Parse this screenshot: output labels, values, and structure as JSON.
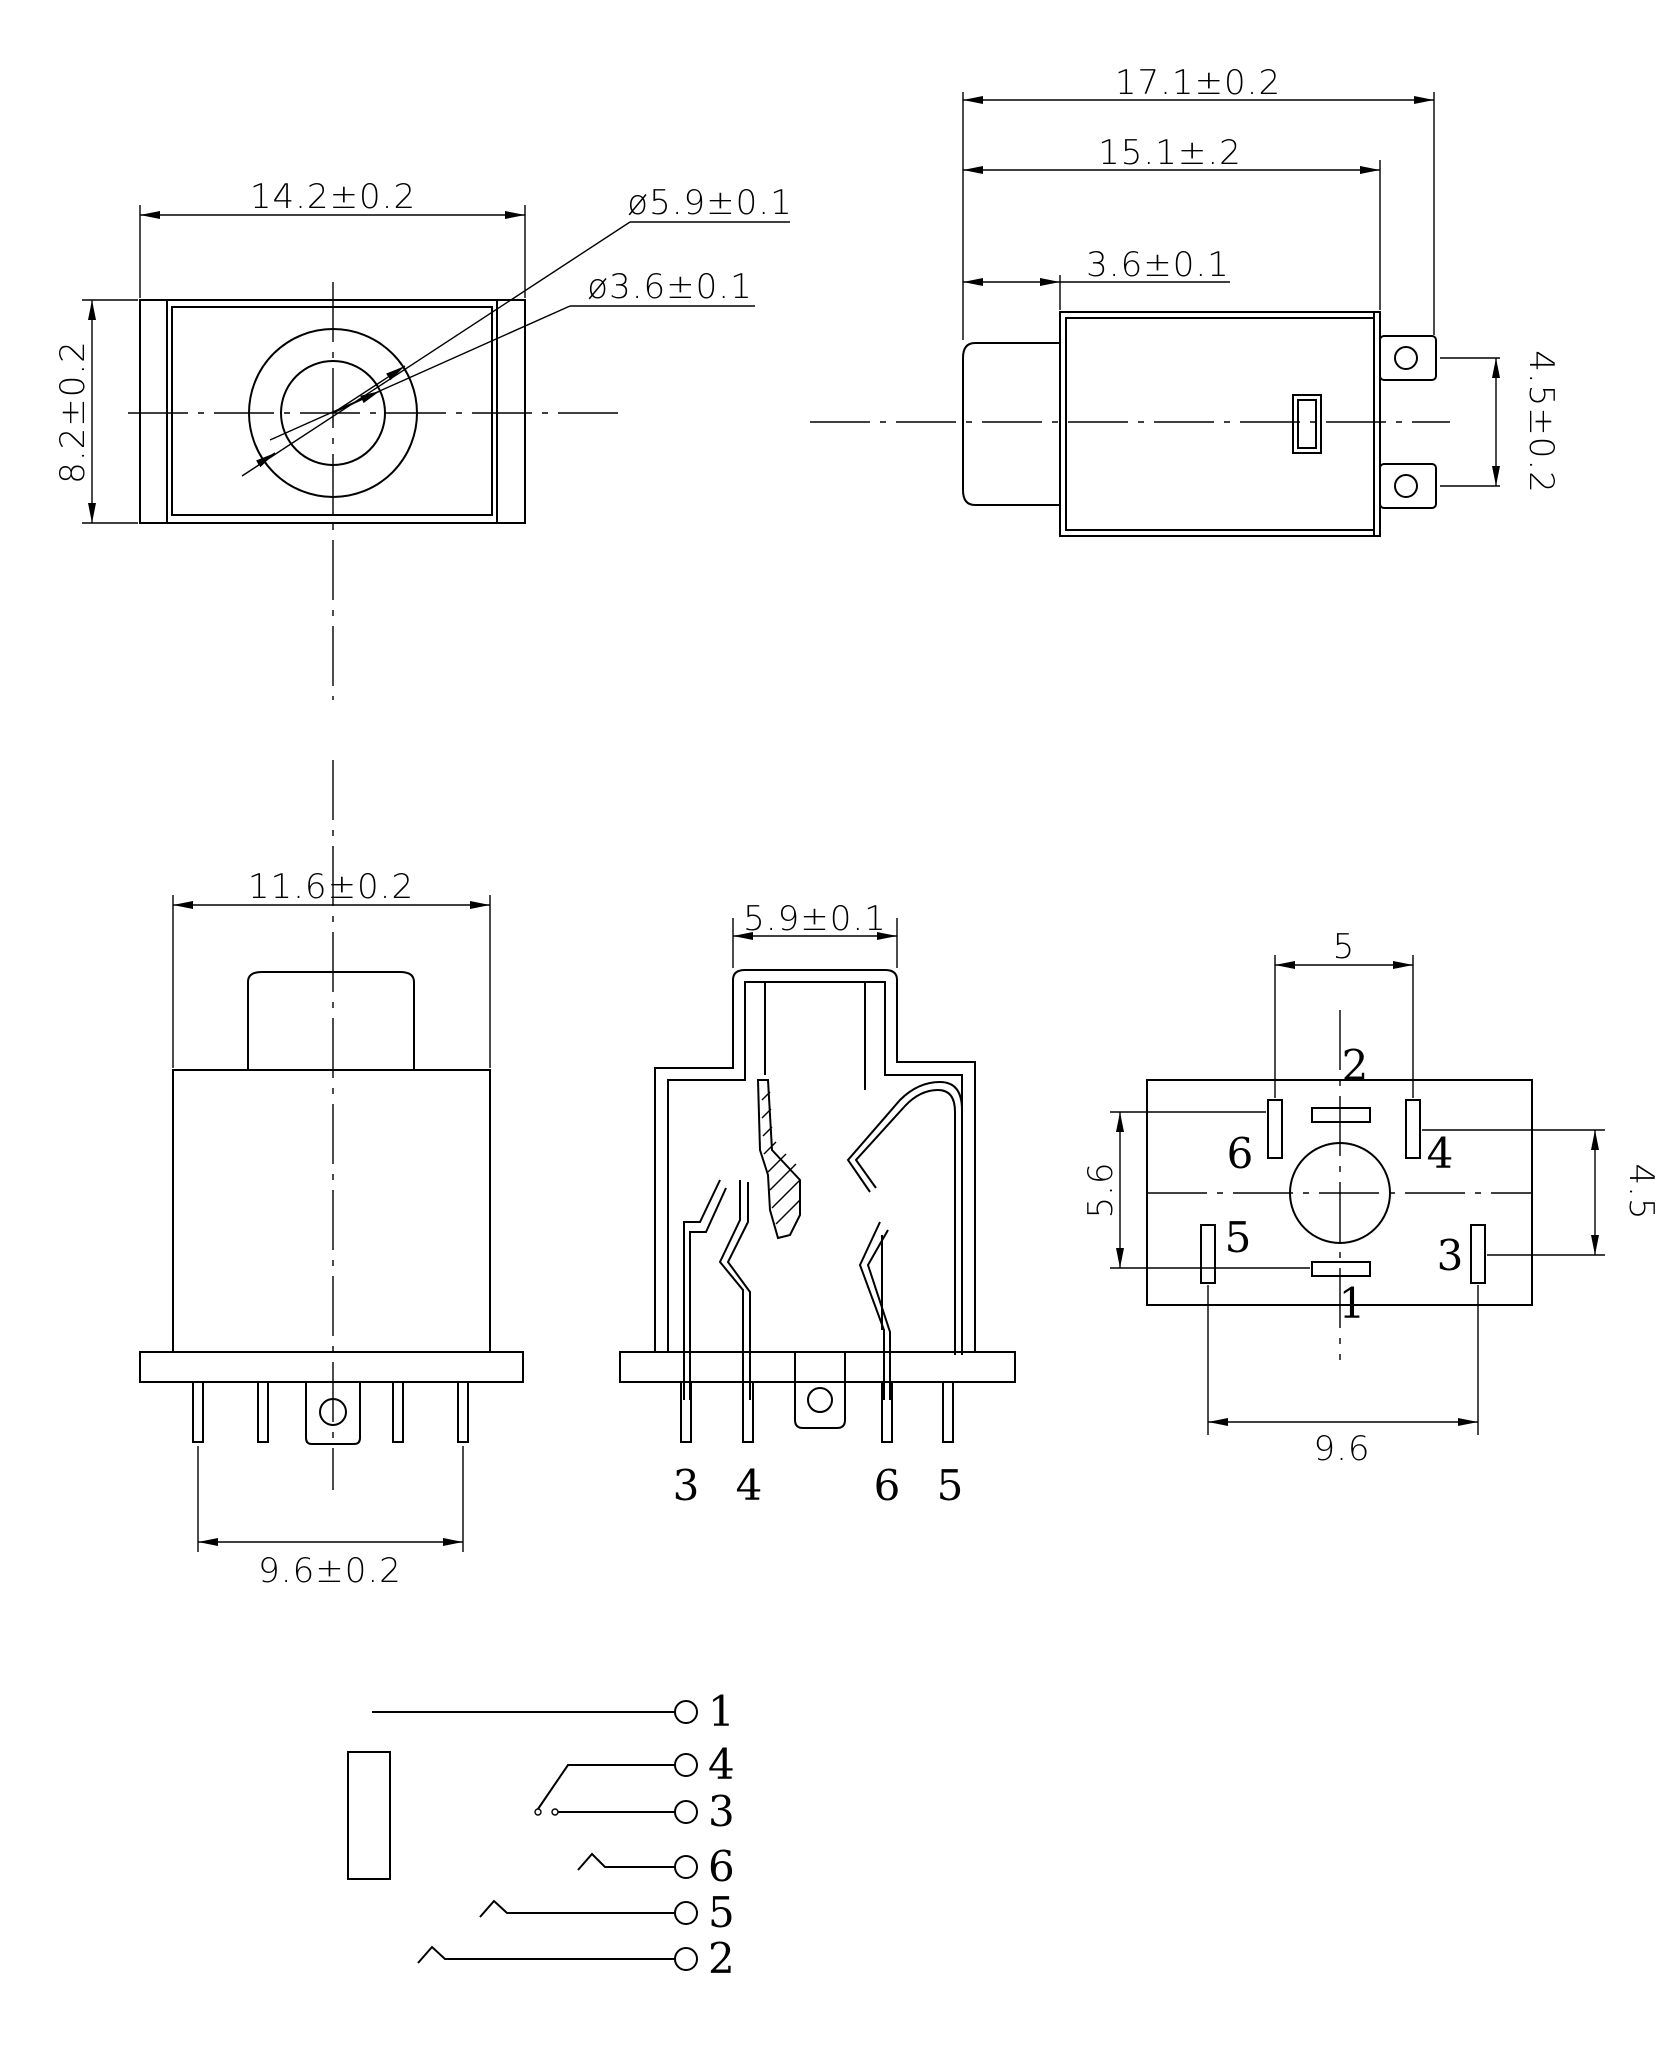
{
  "dimensions": {
    "front_width": "14.2±0.2",
    "front_height": "8.2±0.2",
    "outer_diameter": "ø5.9±0.1",
    "inner_diameter": "ø3.6±0.1",
    "side_overall": "17.1±0.2",
    "side_body": "15.1±.2",
    "side_nose": "3.6±0.1",
    "side_tab_pitch": "4.5±0.2",
    "bottom_width": "11.6±0.2",
    "bottom_pin_span": "9.6±0.2",
    "section_width": "5.9±0.1",
    "pcb_top": "5",
    "pcb_left": "5.6",
    "pcb_right": "4.5",
    "pcb_bottom": "9.6"
  },
  "section_pins": [
    "3",
    "4",
    "6",
    "5"
  ],
  "pcb_pins": [
    "2",
    "6",
    "4",
    "5",
    "3",
    "1"
  ],
  "schematic_pins": [
    "1",
    "4",
    "3",
    "6",
    "5",
    "2"
  ]
}
